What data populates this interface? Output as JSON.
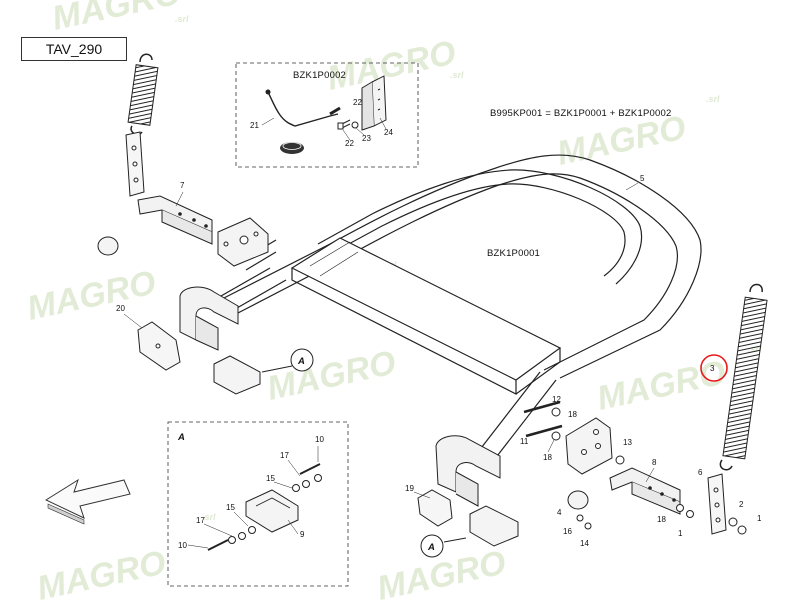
{
  "diagram": {
    "table_code": "TAV_290",
    "kit_labels": {
      "kit_inset": "BZK1P0002",
      "main_kit": "BZK1P0001",
      "equation": "B995KP001 = BZK1P0001 + BZK1P0002"
    },
    "detail_label": "A",
    "callout_a": "A",
    "watermark": {
      "brand": "MAGRO",
      "suffix": ".srl"
    },
    "highlight_color": "#e8191c",
    "highlighted_part": "3",
    "part_numbers": {
      "p1a": "1",
      "p1b": "1",
      "p2": "2",
      "p3": "3",
      "p4": "4",
      "p5": "5",
      "p6": "6",
      "p7": "7",
      "p8": "8",
      "p9": "9",
      "p10a": "10",
      "p10b": "10",
      "p11": "11",
      "p12": "12",
      "p13": "13",
      "p14": "14",
      "p15a": "15",
      "p15b": "15",
      "p16": "16",
      "p17a": "17",
      "p17b": "17",
      "p18a": "18",
      "p18b": "18",
      "p18c": "18",
      "p19": "19",
      "p20": "20",
      "p21": "21",
      "p22": "22",
      "p23": "23",
      "p24": "24"
    }
  }
}
